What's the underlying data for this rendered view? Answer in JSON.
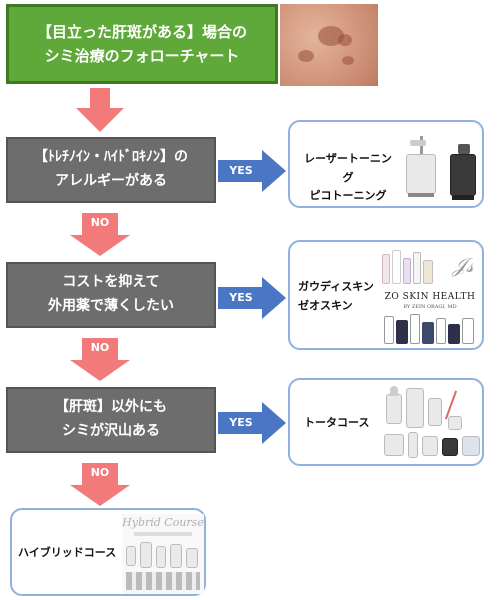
{
  "title": {
    "line1": "【目立った肝斑がある】場合の",
    "line2": "シミ治療のフォローチャート"
  },
  "questions": [
    {
      "line1": "【ﾄﾚﾁﾉｲﾝ・ﾊｲﾄﾞﾛｷﾉﾝ】の",
      "line2": "アレルギーがある"
    },
    {
      "line1": "コストを抑えて",
      "line2": "外用薬で薄くしたい"
    },
    {
      "line1": "【肝斑】以外にも",
      "line2": "シミが沢山ある"
    }
  ],
  "yes_label": "YES",
  "no_label": "NO",
  "results": [
    {
      "line1": "レーザートーニング",
      "line2": "ピコトーニング"
    },
    {
      "line1": "ガウディスキン",
      "line2": "ゼオスキン",
      "brand": "ZO SKIN HEALTH",
      "brand_sub": "BY ZEIN OBAGI, MD"
    },
    {
      "line1": "トータコース"
    }
  ],
  "final": {
    "label": "ハイブリッドコース",
    "brand": "Hybrid Course"
  },
  "colors": {
    "title_green": "#5fa83a",
    "question_gray": "#6d6d6d",
    "arrow_down": "#f27a7a",
    "arrow_yes": "#4a76c4",
    "result_border": "#8fb1de"
  }
}
